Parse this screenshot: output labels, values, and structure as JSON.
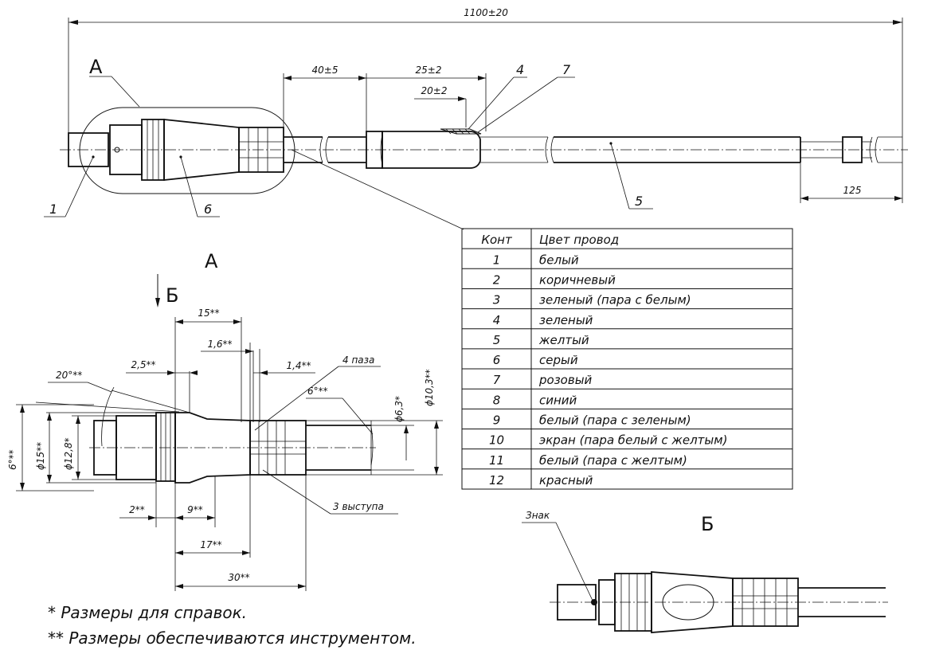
{
  "drawing": {
    "overall_length": "1100±20",
    "dim_40": "40±5",
    "dim_25": "25±2",
    "dim_20": "20±2",
    "dim_125": "125",
    "view_a_callout": "А",
    "callouts": {
      "c1": "1",
      "c4": "4",
      "c5": "5",
      "c6": "6",
      "c7": "7"
    }
  },
  "detail_a": {
    "title": "А",
    "arrow_label": "Б",
    "dims": {
      "d15": "15**",
      "d16": "1,6**",
      "d14": "1,4**",
      "d25": "2,5**",
      "d20deg": "20°**",
      "d6deg": "6°**",
      "d4paza": "4 паза",
      "dphi63": "ϕ6,3*",
      "dphi103": "ϕ10,3**",
      "d6left": "6°**",
      "dphi15": "ϕ15**",
      "dphi128": "ϕ12,8*",
      "d2": "2**",
      "d9": "9**",
      "d17": "17**",
      "d30": "30**",
      "d3vystupa": "3 выступа"
    }
  },
  "notes": {
    "n1": "* Размеры для справок.",
    "n2": "** Размеры обеспечиваются инструментом."
  },
  "table": {
    "headers": [
      "Конт",
      "Цвет провод"
    ],
    "rows": [
      [
        "1",
        "белый"
      ],
      [
        "2",
        "коричневый"
      ],
      [
        "3",
        "зеленый (пара с белым)"
      ],
      [
        "4",
        "зеленый"
      ],
      [
        "5",
        "желтый"
      ],
      [
        "6",
        "серый"
      ],
      [
        "7",
        "розовый"
      ],
      [
        "8",
        "синий"
      ],
      [
        "9",
        "белый (пара с зеленым)"
      ],
      [
        "10",
        "экран (пара белый с желтым)"
      ],
      [
        "11",
        "белый (пара с желтым)"
      ],
      [
        "12",
        "красный"
      ]
    ]
  },
  "view_b": {
    "title": "Б",
    "znak_label": "Знак"
  }
}
